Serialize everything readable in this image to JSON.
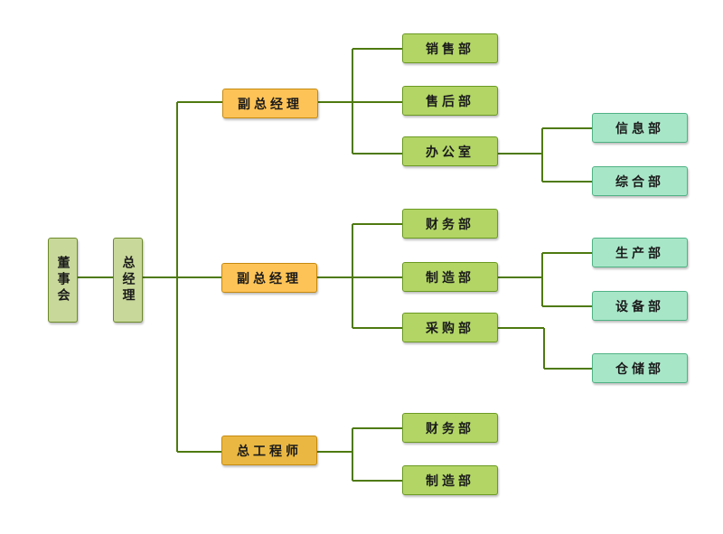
{
  "colors": {
    "connector": "#4e7a10",
    "vp": "#fec357",
    "chief_engineer": "#eab842",
    "department": "#b2d566",
    "sub_department": "#a8e6c8",
    "top": "#c8d89a"
  },
  "nodes": {
    "board": "董事会",
    "gm": "总经理",
    "vp1": "副总经理",
    "vp2": "副总经理",
    "chief": "总工程师",
    "sales": "销售部",
    "after_sales": "售后部",
    "office": "办公室",
    "info": "信息部",
    "general": "综合部",
    "finance1": "财务部",
    "manufacturing1": "制造部",
    "purchasing": "采购部",
    "production": "生产部",
    "equipment": "设备部",
    "warehouse": "仓储部",
    "finance2": "财务部",
    "manufacturing2": "制造部"
  }
}
